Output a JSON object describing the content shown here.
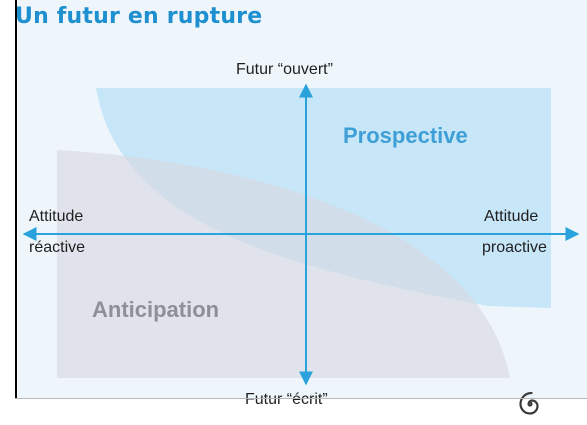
{
  "title": "Un futur en rupture",
  "axes": {
    "top": "Futur “ouvert”",
    "bottom": "Futur “écrit”",
    "left_line1": "Attitude",
    "left_line2": "réactive",
    "right_line1": "Attitude",
    "right_line2": "proactive"
  },
  "regions": {
    "upper": "Prospective",
    "lower": "Anticipation"
  },
  "colors": {
    "title": "#1e8fcf",
    "axis": "#2aa2db",
    "prospective_fill": "#bfe3f7",
    "prospective_text": "#3e9fd6",
    "anticipation_fill": "#e2e3ea",
    "anticipation_text": "#8f8f97"
  },
  "logo": {
    "icon": "spiral-logo-icon"
  }
}
